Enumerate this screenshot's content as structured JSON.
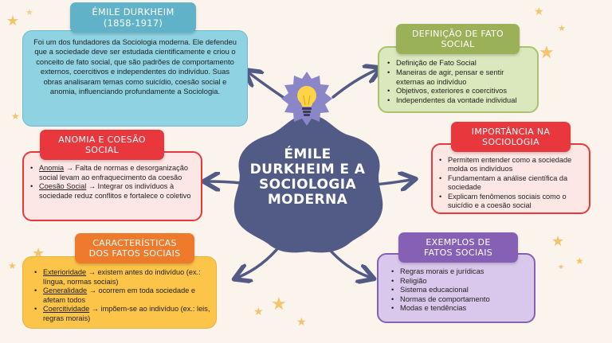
{
  "center": {
    "line1": "ÉMILE",
    "line2": "DURKHEIM E A",
    "line3": "SOCIOLOGIA",
    "line4": "MODERNA"
  },
  "durkheim": {
    "title": "ÉMILE DURKHEIM",
    "years": "(1858-1917)",
    "text": "Foi um dos fundadores da Sociologia moderna. Ele defendeu que a sociedade deve ser estudada cientificamente e criou o conceito de fato social, que são padrões de comportamento externos, coercitivos e independentes do indivíduo. Suas obras analisaram temas como suicídio, coesão social e anomia, influenciando profundamente a Sociologia."
  },
  "definicao": {
    "title1": "DEFINIÇÃO DE FATO",
    "title2": "SOCIAL",
    "items": [
      "Definição de Fato Social",
      "Maneiras de agir, pensar e sentir externas ao indivíduo",
      "Objetivos, exteriores e coercitivos",
      "Independentes da vontade individual"
    ]
  },
  "anomia": {
    "title1": "ANOMIA E COESÃO",
    "title2": "SOCIAL",
    "items": [
      {
        "term": "Anomia",
        "rest": "→ Falta de normas e desorganização social levam ao enfraquecimento da coesão"
      },
      {
        "term": "Coesão Social",
        "rest": "→ Integrar os indivíduos à sociedade reduz conflitos e fortalece o coletivo"
      }
    ]
  },
  "importancia": {
    "title1": "IMPORTÂNCIA NA",
    "title2": "SOCIOLOGIA",
    "items": [
      "Permitem entender como a sociedade molda os indivíduos",
      "Fundamentam a análise científica da sociedade",
      "Explicam fenômenos sociais como o suicídio e a coesão social"
    ]
  },
  "caracteristicas": {
    "title1": "CARACTERÍSTICAS",
    "title2": "DOS FATOS SOCIAIS",
    "items": [
      {
        "term": "Exterioridade",
        "rest": "→ existem antes do indivíduo (ex.: língua, normas sociais)"
      },
      {
        "term": "Generalidade",
        "rest": "→ ocorrem em toda sociedade e afetam todos"
      },
      {
        "term": "Coercitividade",
        "rest": "→ impõem-se ao indivíduo (ex.: leis, regras morais)"
      }
    ]
  },
  "exemplos": {
    "title1": "EXEMPLOS DE",
    "title2": "FATOS SOCIAIS",
    "items": [
      "Regras morais e jurídicas",
      "Religião",
      "Sistema educacional",
      "Normas de comportamento",
      "Modas e tendências"
    ]
  },
  "colors": {
    "durkheim_title": "#5fb2c8",
    "durkheim_bg": "#8fd3e3",
    "definicao_title": "#9bb157",
    "definicao_bg": "#dbe8bd",
    "anomia_title": "#e8383e",
    "anomia_bg": "#fde7e4",
    "importancia_title": "#e8383e",
    "importancia_bg": "#fde7e4",
    "caracteristicas_title": "#f07a2c",
    "caracteristicas_bg": "#fcc549",
    "exemplos_title": "#8660b4",
    "exemplos_bg": "#d9c8ec",
    "center": "#525a86",
    "arrow": "#525a86"
  }
}
